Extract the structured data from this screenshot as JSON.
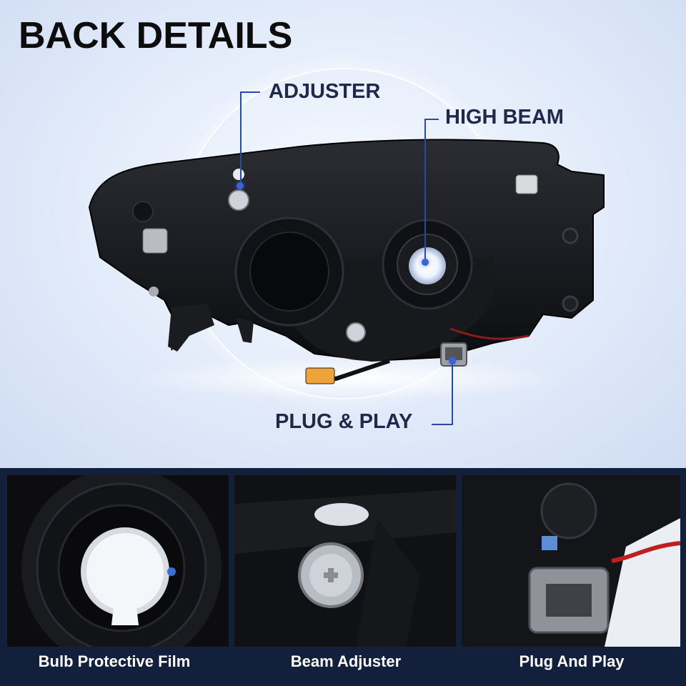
{
  "title": "BACK DETAILS",
  "callouts": {
    "adjuster": "ADJUSTER",
    "high_beam": "HIGH BEAM",
    "plug_play": "PLUG & PLAY"
  },
  "panels": [
    {
      "label": "Bulb Protective Film"
    },
    {
      "label": "Beam Adjuster"
    },
    {
      "label": "Plug And Play"
    }
  ],
  "colors": {
    "title": "#0d0d0d",
    "callout_text": "#1f2a4a",
    "callout_line": "#2a4aa0",
    "bottom_band": "#13203c",
    "panel_label": "#ffffff"
  }
}
